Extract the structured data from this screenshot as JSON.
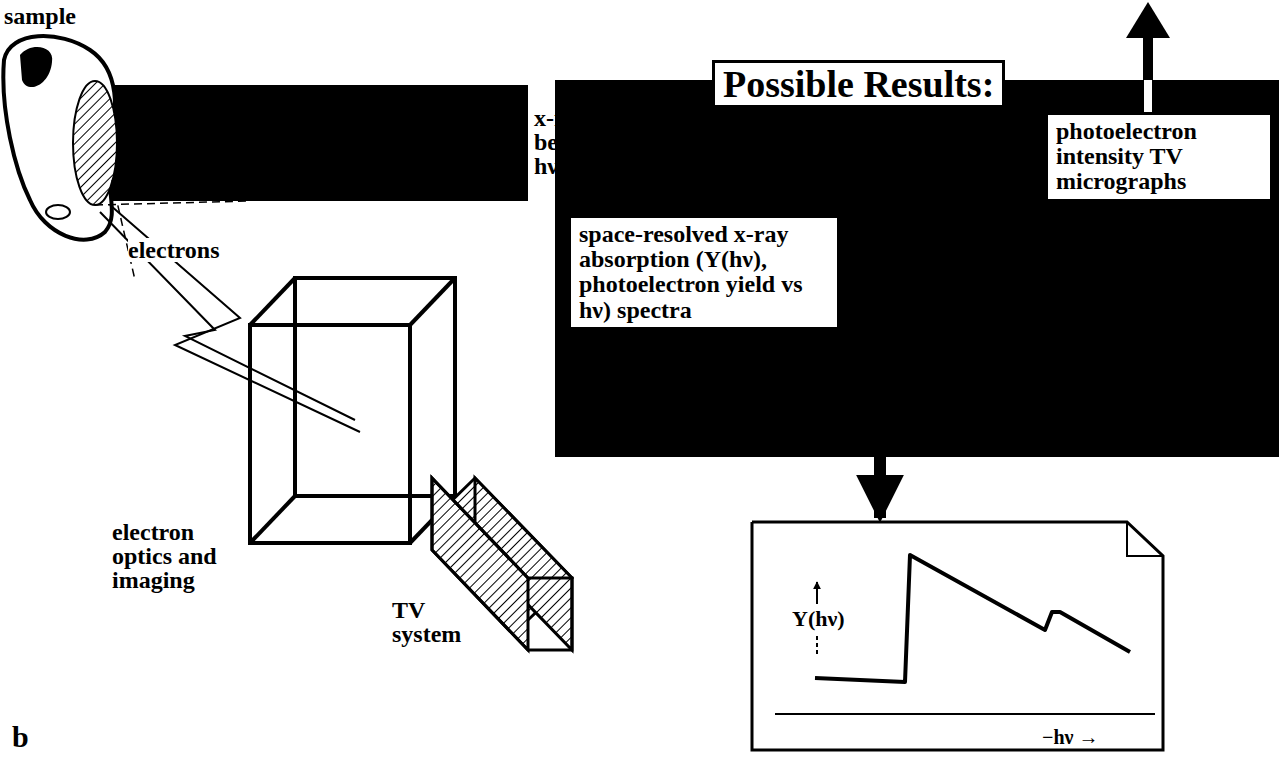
{
  "diagram": {
    "nodes": [
      {
        "text": [
          "Possible Results:"
        ]
      },
      {
        "text": [
          "photoelectron intensity TV micrographs"
        ],
        "in": 0
      },
      {
        "text": [
          "space-resolved x-ray absorption (Y(hν), photoelectron yield vs hν) spectra"
        ],
        "in": 0
      },
      {
        "text": [
          "Y(hν)",
          "−hν →"
        ]
      }
    ],
    "edges": [
      {
        "from": 2,
        "to": 3,
        "arrow": "to"
      }
    ],
    "labels": [
      "sample",
      "x-ray beam, hν",
      "electrons",
      "electron optics and imaging",
      "TV system",
      "b"
    ]
  }
}
